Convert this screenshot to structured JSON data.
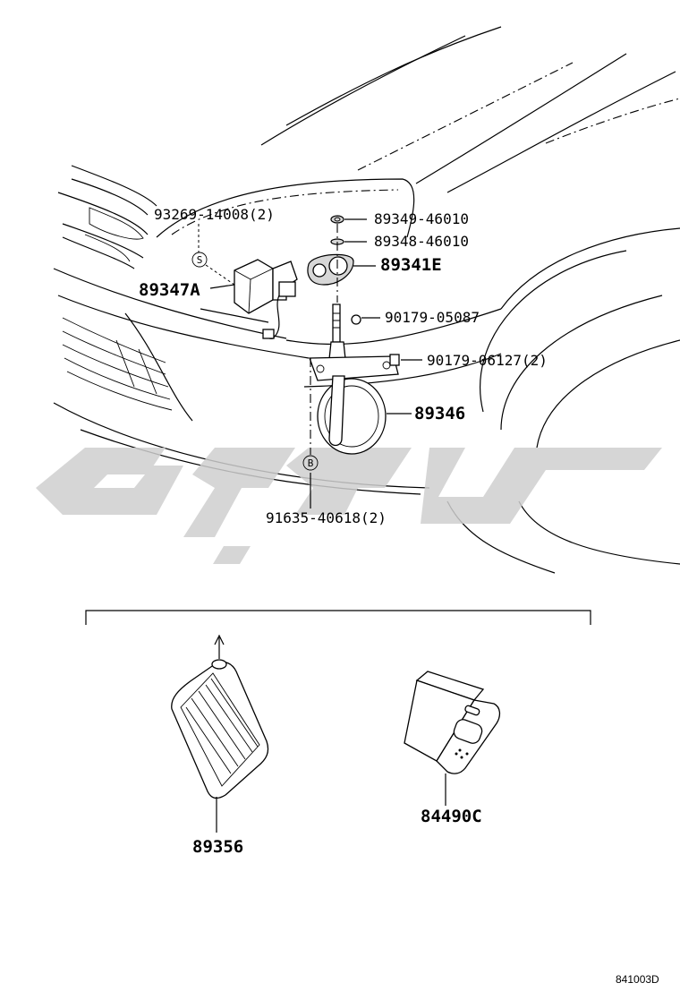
{
  "diagram": {
    "callouts": {
      "p93269": "93269-14008(2)",
      "p89349": "89349-46010",
      "p89348": "89348-46010",
      "p89341E": "89341E",
      "p89347A": "89347A",
      "p90179a": "90179-05087",
      "p90179b": "90179-06127(2)",
      "p89346": "89346",
      "p91635": "91635-40618(2)",
      "p89356": "89356",
      "p84490C": "84490C"
    },
    "markers": {
      "s": "S",
      "b": "B"
    },
    "figure_code": "841003D"
  }
}
